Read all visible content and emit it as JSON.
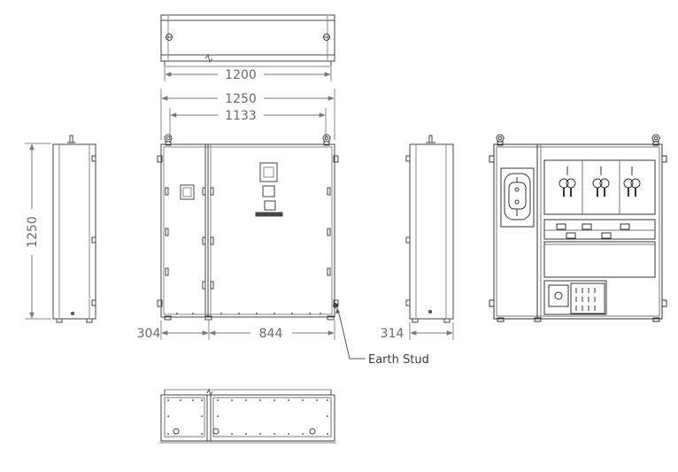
{
  "dimensions": {
    "top_view_width": "1200",
    "overall_width": "1250",
    "inner_width": "1133",
    "height": "1250",
    "left_section": "304",
    "right_section": "844",
    "depth": "314"
  },
  "labels": {
    "earth_stud": "Earth Stud"
  }
}
